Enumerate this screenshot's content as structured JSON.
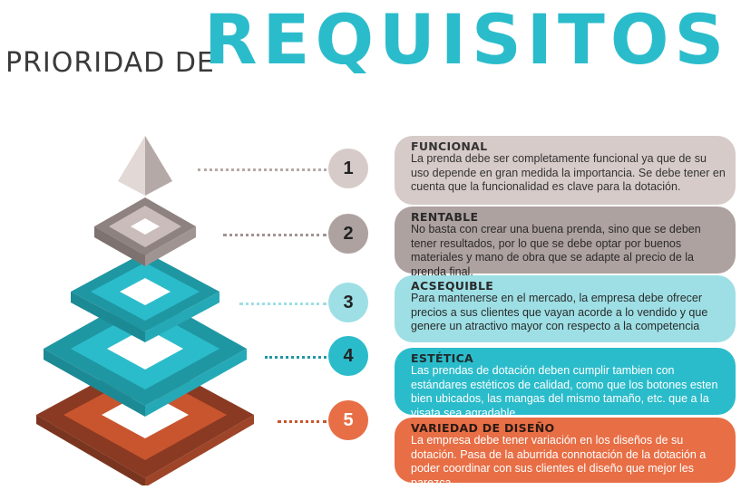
{
  "title": {
    "prefix": "PRIORIDAD DE",
    "main": "REQUISITOS"
  },
  "colors": {
    "beige": "#d6cbc8",
    "taupe": "#aea2a0",
    "teal_light": "#9ddfe5",
    "teal": "#2bbccb",
    "orange": "#e86e45"
  },
  "levels": [
    {
      "number": "1",
      "title": "FUNCIONAL",
      "text": "La prenda debe ser completamente funcional ya que de su uso depende en gran medida  la importancia. Se debe tener en cuenta que la funcionalidad es clave para la dotación."
    },
    {
      "number": "2",
      "title": "RENTABLE",
      "text": "No basta con crear una buena prenda, sino que se deben tener resultados, por lo que se debe optar por buenos materiales y mano de obra que se adapte al precio de la prenda final."
    },
    {
      "number": "3",
      "title": "ACSEQUIBLE",
      "text": "Para mantenerse en el mercado, la empresa debe ofrecer precios a sus clientes que vayan acorde a lo vendido y que genere un atractivo mayor con respecto a la competencia"
    },
    {
      "number": "4",
      "title": "ESTÉTICA",
      "text": "Las prendas de dotación deben cumplir tambien con estándares estéticos de calidad, como que los botones esten bien ubicados, las mangas del mismo tamaño, etc. que a la visata sea agradable"
    },
    {
      "number": "5",
      "title": "VARIEDAD DE DISEÑO",
      "text": "La empresa debe tener variación en los diseños de su dotación. Pasa de la aburrida connotación de la dotación a poder coordinar con sus clientes el diseño que mejor les parezca."
    }
  ]
}
